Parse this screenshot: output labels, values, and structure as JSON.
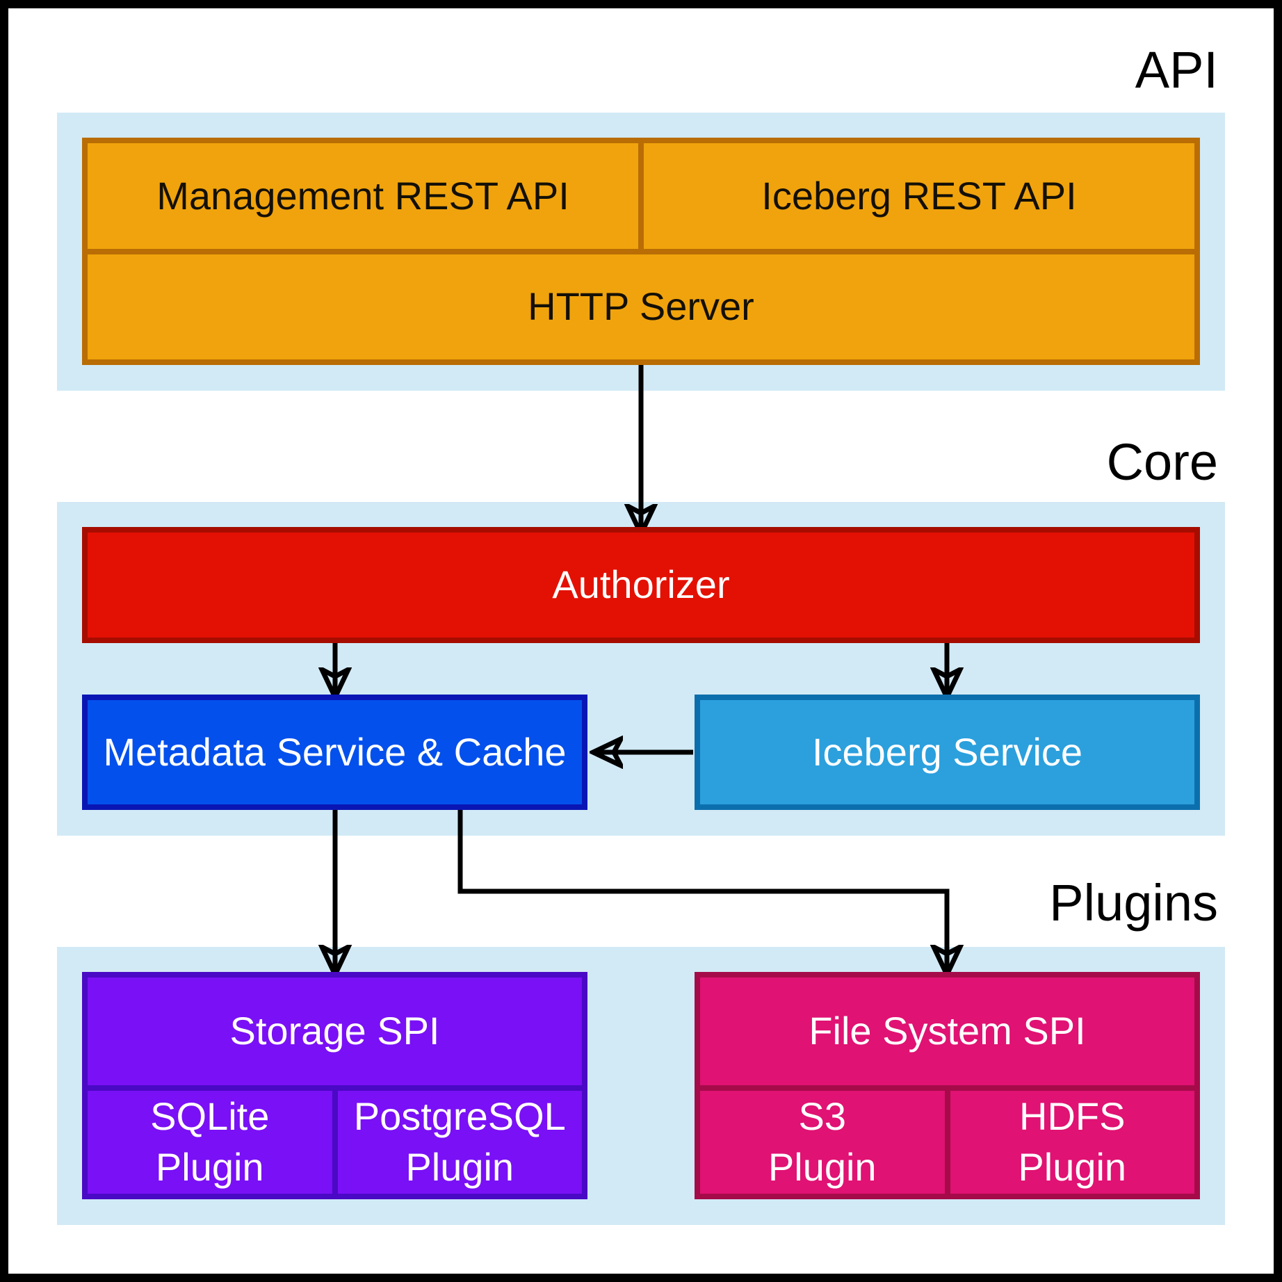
{
  "sections": {
    "api": {
      "label": "API",
      "boxes": {
        "management_rest_api": {
          "label": "Management REST API"
        },
        "iceberg_rest_api": {
          "label": "Iceberg REST API"
        },
        "http_server": {
          "label": "HTTP Server"
        }
      }
    },
    "core": {
      "label": "Core",
      "boxes": {
        "authorizer": {
          "label": "Authorizer"
        },
        "metadata_service": {
          "label": "Metadata Service & Cache"
        },
        "iceberg_service": {
          "label": "Iceberg Service"
        }
      }
    },
    "plugins": {
      "label": "Plugins",
      "boxes": {
        "storage_spi": {
          "label": "Storage SPI"
        },
        "sqlite_plugin": {
          "label": "SQLite\nPlugin"
        },
        "postgresql_plugin": {
          "label": "PostgreSQL\nPlugin"
        },
        "file_system_spi": {
          "label": "File System SPI"
        },
        "s3_plugin": {
          "label": "S3\nPlugin"
        },
        "hdfs_plugin": {
          "label": "HDFS\nPlugin"
        }
      }
    }
  },
  "colors": {
    "band": "#d2eaf6",
    "frame": "#000000",
    "arrow": "#000000",
    "orange_fill": "#f0a30c",
    "orange_border": "#b96d04",
    "red_fill": "#e31104",
    "red_border": "#a60d00",
    "blue_fill": "#0450ec",
    "blue_border": "#0a16b4",
    "skyblue_fill": "#2ba0dd",
    "skyblue_border": "#0c6fad",
    "purple_fill": "#7a10f5",
    "purple_border": "#4a09c4",
    "magenta_fill": "#e01273",
    "magenta_border": "#a50b49"
  },
  "connections": [
    {
      "from": "http-server",
      "to": "authorizer"
    },
    {
      "from": "authorizer",
      "to": "metadata-service-cache"
    },
    {
      "from": "authorizer",
      "to": "iceberg-service"
    },
    {
      "from": "iceberg-service",
      "to": "metadata-service-cache"
    },
    {
      "from": "metadata-service-cache",
      "to": "storage-spi"
    },
    {
      "from": "metadata-service-cache",
      "to": "file-system-spi"
    }
  ]
}
